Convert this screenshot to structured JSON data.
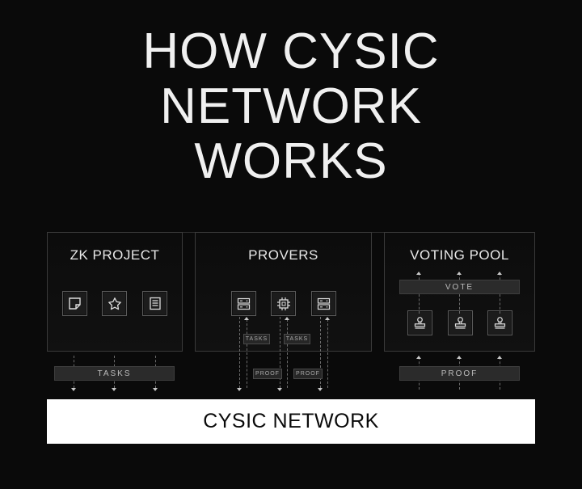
{
  "title": {
    "line1": "HOW CYSIC",
    "line2": "NETWORK",
    "line3": "WORKS"
  },
  "panels": {
    "zk_project": {
      "title": "ZK PROJECT",
      "icons": [
        "sticky-note-icon",
        "star-icon",
        "document-icon"
      ]
    },
    "provers": {
      "title": "PROVERS",
      "icons": [
        "server-icon",
        "chip-icon",
        "server-icon"
      ]
    },
    "voting_pool": {
      "title": "VOTING POOL",
      "icons": [
        "stamp-icon",
        "stamp-icon",
        "stamp-icon"
      ]
    }
  },
  "labels": {
    "tasks_bar": "TASKS",
    "tasks_tag_1": "TASKS",
    "tasks_tag_2": "TASKS",
    "proof_tag_1": "PROOF",
    "proof_tag_2": "PROOF",
    "vote_bar": "VOTE",
    "proof_bar": "PROOF"
  },
  "banner": {
    "label": "CYSIC NETWORK"
  },
  "colors": {
    "background": "#0a0a0a",
    "panel_border": "#3a3a3a",
    "banner_bg": "#ffffff",
    "banner_text": "#0a0a0a",
    "text": "#e8e8e8"
  }
}
